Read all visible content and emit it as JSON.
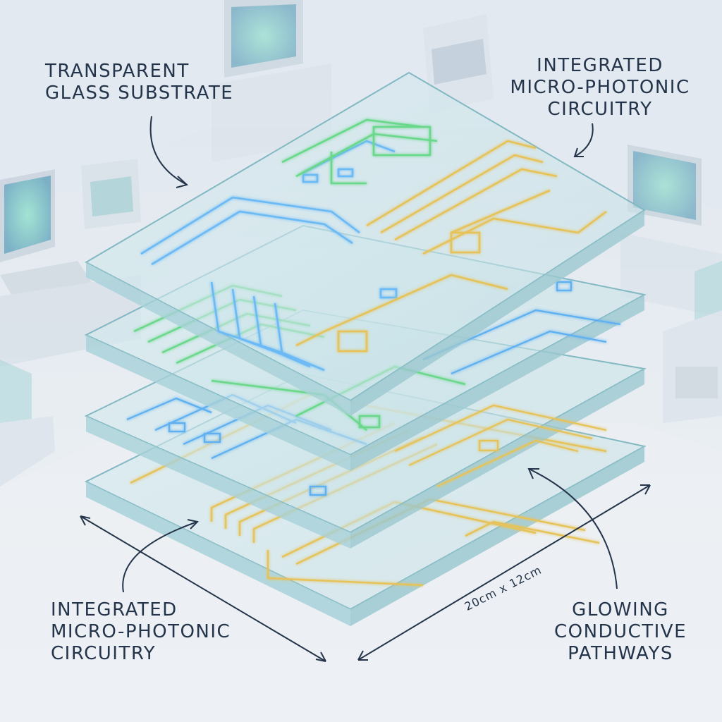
{
  "labels": {
    "substrate": [
      "TRANSPARENT",
      "GLASS SUBSTRATE"
    ],
    "photonic_top": [
      "INTEGRATED",
      "MICRO-PHOTONIC",
      "CIRCUITRY"
    ],
    "photonic_bottom": [
      "INTEGRATED",
      "MICRO-PHOTONIC",
      "CIRCUITRY"
    ],
    "pathways": [
      "GLOWING",
      "CONDUCTIVE",
      "PATHWAYS"
    ],
    "dimension": "20cm x 12cm"
  },
  "colors": {
    "background": "#e9eef3",
    "glass_edge": "#7fb2bd",
    "glass_fill": "#cfe6ea",
    "trace_blue": "#5fb0f0",
    "trace_green": "#6ad88a",
    "trace_gold": "#e6c35a",
    "text": "#24344a"
  },
  "layers": [
    {
      "name": "layer-1-top",
      "traces": [
        "blue",
        "green",
        "gold"
      ]
    },
    {
      "name": "layer-2",
      "traces": [
        "green",
        "blue"
      ]
    },
    {
      "name": "layer-3",
      "traces": [
        "blue",
        "gold"
      ]
    },
    {
      "name": "layer-4-bottom",
      "traces": [
        "gold"
      ]
    }
  ]
}
